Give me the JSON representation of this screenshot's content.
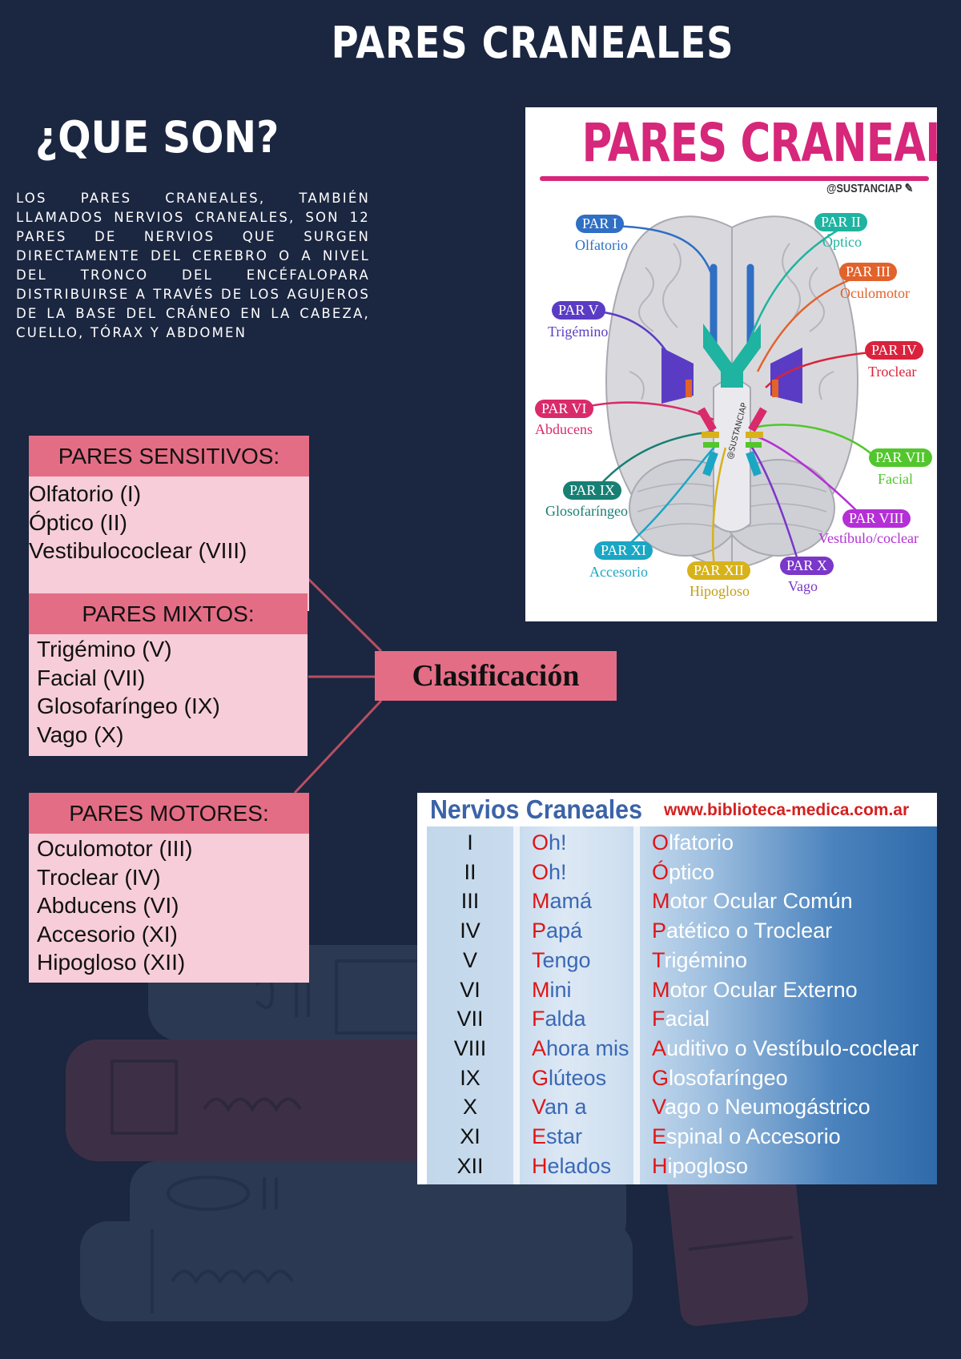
{
  "header": {
    "title": "PARES CRANEALES"
  },
  "intro": {
    "heading": "¿QUE SON?",
    "text": "Los pares craneales, también llamados nervios craneales, son 12 pares de nervios que surgen directamente del cerebro o a nivel del tronco del encéfalopara distribuirse a través de los agujeros de la base del cráneo en la cabeza, cuello, tórax y abdomen"
  },
  "classification": {
    "center_label": "Clasificación",
    "groups": [
      {
        "title": "PARES SENSITIVOS:",
        "items": [
          "Olfatorio (I)",
          "Óptico (II)",
          "Vestibulococlear (VIII)"
        ]
      },
      {
        "title": "PARES MIXTOS:",
        "items": [
          "Trigémino (V)",
          "Facial (VII)",
          "Glosofaríngeo (IX)",
          "Vago (X)"
        ]
      },
      {
        "title": "PARES MOTORES:",
        "items": [
          "Oculomotor (III)",
          "Troclear (IV)",
          "Abducens (VI)",
          "Accesorio (XI)",
          "Hipogloso (XII)"
        ]
      }
    ]
  },
  "figure": {
    "title": "PARES CRANEALES",
    "handle": "@SUSTANCIAP",
    "stem_label": "@SUSTANCIAP",
    "labels": [
      {
        "tag": "PAR I",
        "name": "Olfatorio",
        "color": "#2f6fc4"
      },
      {
        "tag": "PAR II",
        "name": "Óptico",
        "color": "#1fb3a1"
      },
      {
        "tag": "PAR III",
        "name": "Oculomotor",
        "color": "#e2622b"
      },
      {
        "tag": "PAR IV",
        "name": "Troclear",
        "color": "#d9233d"
      },
      {
        "tag": "PAR V",
        "name": "Trigémino",
        "color": "#5a3cc4"
      },
      {
        "tag": "PAR VI",
        "name": "Abducens",
        "color": "#d92a6a"
      },
      {
        "tag": "PAR VII",
        "name": "Facial",
        "color": "#52c62c"
      },
      {
        "tag": "PAR VIII",
        "name": "Vestíbulo/coclear",
        "color": "#b42fd6"
      },
      {
        "tag": "PAR IX",
        "name": "Glosofaríngeo",
        "color": "#177f73"
      },
      {
        "tag": "PAR X",
        "name": "Vago",
        "color": "#7a37c9"
      },
      {
        "tag": "PAR XI",
        "name": "Accesorio",
        "color": "#1ba6c4"
      },
      {
        "tag": "PAR XII",
        "name": "Hipogloso",
        "color": "#d7b21a"
      }
    ]
  },
  "table": {
    "title": "Nervios Craneales",
    "url": "www.biblioteca-medica.com.ar",
    "rows": [
      {
        "num": "I",
        "mn_first": "O",
        "mn_rest": "h!",
        "name_first": "O",
        "name_rest": "lfatorio"
      },
      {
        "num": "II",
        "mn_first": "O",
        "mn_rest": "h!",
        "name_first": "Ó",
        "name_rest": "ptico"
      },
      {
        "num": "III",
        "mn_first": "M",
        "mn_rest": "amá",
        "name_first": "M",
        "name_rest": "otor Ocular Común"
      },
      {
        "num": "IV",
        "mn_first": "P",
        "mn_rest": "apá",
        "name_first": "P",
        "name_rest": "atético o Troclear"
      },
      {
        "num": "V",
        "mn_first": "T",
        "mn_rest": "engo",
        "name_first": "T",
        "name_rest": "rigémino"
      },
      {
        "num": "VI",
        "mn_first": "M",
        "mn_rest": "ini",
        "name_first": "M",
        "name_rest": "otor Ocular Externo"
      },
      {
        "num": "VII",
        "mn_first": "F",
        "mn_rest": "alda",
        "name_first": "F",
        "name_rest": "acial"
      },
      {
        "num": "VIII",
        "mn_first": "A",
        "mn_rest": "hora mis",
        "name_first": "A",
        "name_rest": "uditivo o Vestíbulo-coclear"
      },
      {
        "num": "IX",
        "mn_first": "G",
        "mn_rest": "lúteos",
        "name_first": "G",
        "name_rest": "losofaríngeo"
      },
      {
        "num": "X",
        "mn_first": "V",
        "mn_rest": "an a",
        "name_first": "V",
        "name_rest": "ago o Neumogástrico"
      },
      {
        "num": "XI",
        "mn_first": "E",
        "mn_rest": "star",
        "name_first": "E",
        "name_rest": "spinal o Accesorio"
      },
      {
        "num": "XII",
        "mn_first": "H",
        "mn_rest": "elados",
        "name_first": "H",
        "name_rest": "ipogloso"
      }
    ]
  },
  "colors": {
    "background": "#1b2640",
    "accent": "#e46d86",
    "box_body": "#f6cdd8",
    "figure_title": "#d6277a"
  }
}
